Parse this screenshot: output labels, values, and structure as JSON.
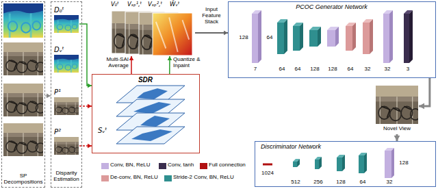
{
  "diagram": {
    "nodes": [
      {
        "text": [
          "SP Decompositions"
        ]
      },
      {
        "text": [
          "Disparity Estimation"
        ]
      },
      {
        "text": [
          "D₀ᵗ"
        ],
        "in": 1
      },
      {
        "text": [
          "Dᵥᵗ"
        ],
        "in": 1
      },
      {
        "text": [
          "P¹"
        ],
        "in": 1
      },
      {
        "text": [
          "P²"
        ],
        "in": 1
      },
      {
        "text": [
          "SDR",
          "Sᵥᵗ"
        ]
      },
      {
        "text": [
          "V₀ᵗ",
          "Vₛₚ¹,ᵗ",
          "Vₛₚ²,ᵗ",
          "W̃ᵥᵗ"
        ]
      },
      {
        "text": [
          "PCOC Generator Network"
        ]
      },
      {
        "text": [
          "Novel View"
        ]
      },
      {
        "text": [
          "Discriminator Network"
        ]
      }
    ],
    "edges": [
      {
        "from": 0,
        "to": 1,
        "arrow": "to"
      },
      {
        "from": 2,
        "to": 6,
        "arrow": "to"
      },
      {
        "from": 4,
        "to": 6,
        "arrow": "to"
      },
      {
        "from": 5,
        "to": 6,
        "arrow": "to"
      },
      {
        "from": 6,
        "to": 7,
        "label": "Multi-SAI Average",
        "arrow": "to"
      },
      {
        "from": 6,
        "to": 7,
        "label": "Quantize & Inpaint",
        "arrow": "to"
      },
      {
        "from": 7,
        "to": 8,
        "label": "Input Feature Stack",
        "arrow": "to"
      },
      {
        "from": 8,
        "to": 9,
        "arrow": "to"
      },
      {
        "from": 9,
        "to": 10,
        "arrow": "to"
      }
    ],
    "labels": [
      "128",
      "64",
      "7",
      "64",
      "64",
      "128",
      "128",
      "64",
      "32",
      "32",
      "3",
      "1024",
      "512",
      "256",
      "128",
      "64",
      "32",
      "128"
    ],
    "legend": [
      {
        "text": "Conv, BN, ReLU",
        "color": "#c3b0e0"
      },
      {
        "text": "Conv, tanh",
        "color": "#3a2d4d"
      },
      {
        "text": "Full connection",
        "color": "#b01010"
      },
      {
        "text": "De-conv, BN, ReLU",
        "color": "#dc9a9a"
      },
      {
        "text": "Stride-2 Conv, BN, ReLU",
        "color": "#2f8f8f"
      }
    ]
  }
}
